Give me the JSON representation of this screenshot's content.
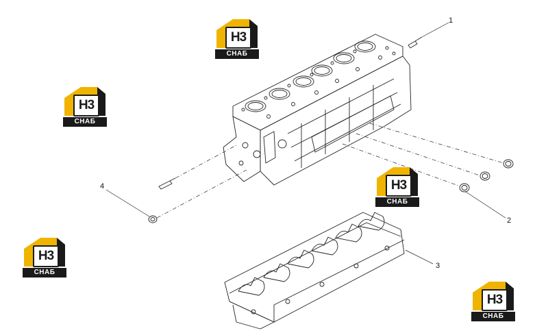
{
  "callouts": [
    "1",
    "2",
    "3",
    "4"
  ],
  "watermark": {
    "monogram": "H3",
    "caption": "СНАБ",
    "colors": {
      "accent": "#f0b400",
      "dark": "#1a1a1a"
    }
  },
  "colors": {
    "line": "#222222",
    "background": "#ffffff"
  }
}
